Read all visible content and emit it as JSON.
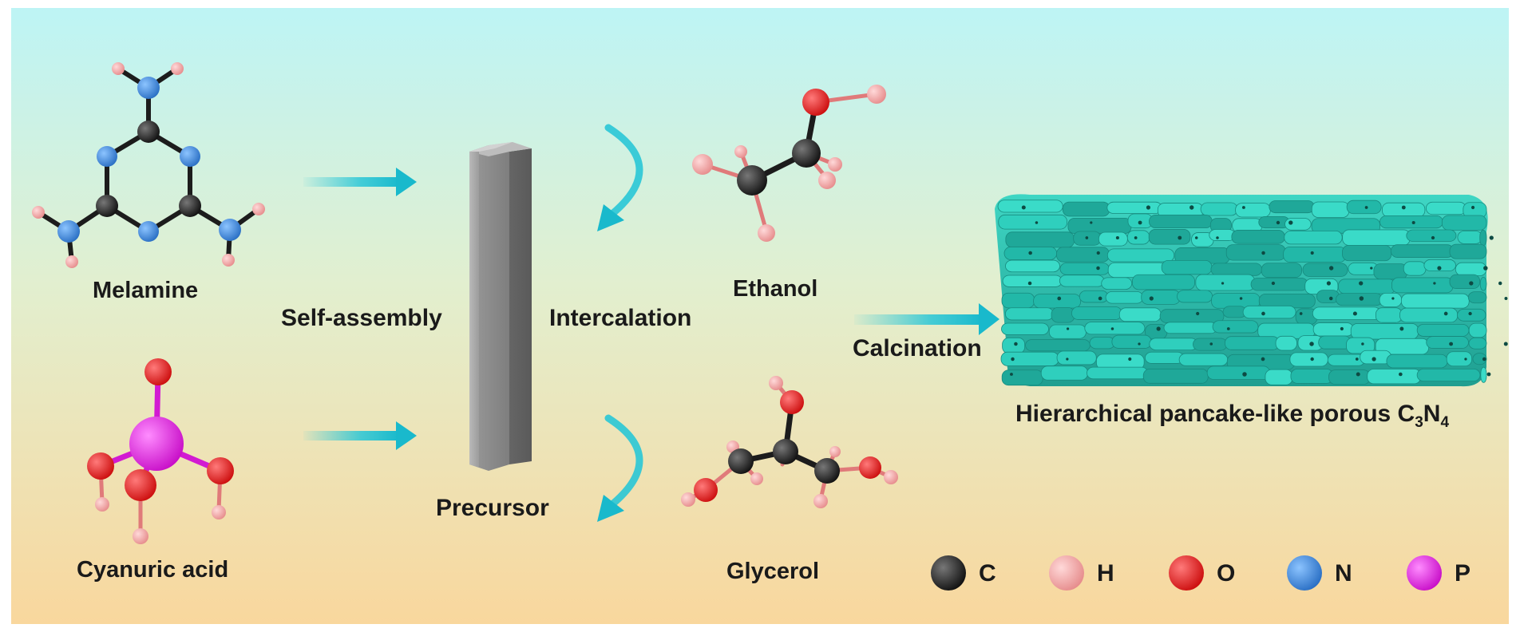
{
  "colors": {
    "bg_top": "#bff3f3",
    "bg_bottom": "#f8d9a0",
    "arrow": "#29c6d6",
    "carbon": "#2b2b2b",
    "hydrogen": "#f4a7a7",
    "oxygen": "#ef2a2a",
    "nitrogen": "#4a90e2",
    "phosphorus": "#ee22ee",
    "product": "#27c3b2",
    "rod": "#8c8c8c"
  },
  "reactants": {
    "melamine": "Melamine",
    "cyanuric_acid": "Cyanuric acid"
  },
  "steps": {
    "self_assembly": "Self-assembly",
    "precursor": "Precursor",
    "intercalation": "Intercalation",
    "calcination": "Calcination"
  },
  "solvents": {
    "ethanol": "Ethanol",
    "glycerol": "Glycerol"
  },
  "product": {
    "label_main": "Hierarchical pancake-like porous C",
    "sub1": "3",
    "mid": "N",
    "sub2": "4"
  },
  "legend": [
    {
      "symbol": "C",
      "color": "#2b2b2b"
    },
    {
      "symbol": "H",
      "color": "#f4a7a7"
    },
    {
      "symbol": "O",
      "color": "#ef2a2a"
    },
    {
      "symbol": "N",
      "color": "#4a90e2"
    },
    {
      "symbol": "P",
      "color": "#ee22ee"
    }
  ]
}
